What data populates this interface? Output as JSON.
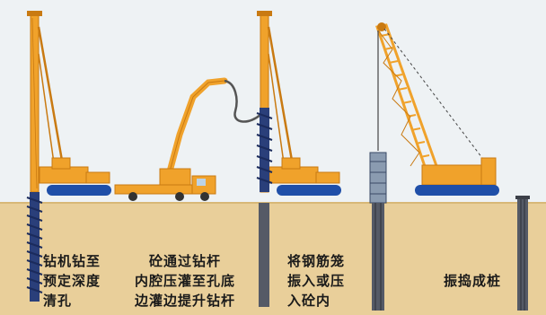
{
  "steps": [
    {
      "lines": [
        "钻机钻至",
        "预定深度",
        "清孔"
      ]
    },
    {
      "lines": [
        "砼通过钻杆",
        "内腔压灌至孔底",
        "边灌边提升钻杆"
      ]
    },
    {
      "lines": [
        "将钢筋笼",
        "振入或压",
        "入砼内"
      ]
    },
    {
      "lines": [
        "振捣成桩"
      ]
    }
  ],
  "colors": {
    "sky": "#eef2f4",
    "ground": "#e9cf9a",
    "ground_edge": "#d8b877",
    "machine": "#f0a22b",
    "machine_dark": "#c97a12",
    "tracks": "#1f4fa8",
    "auger": "#2a3f7a",
    "pile": "#555a66"
  }
}
